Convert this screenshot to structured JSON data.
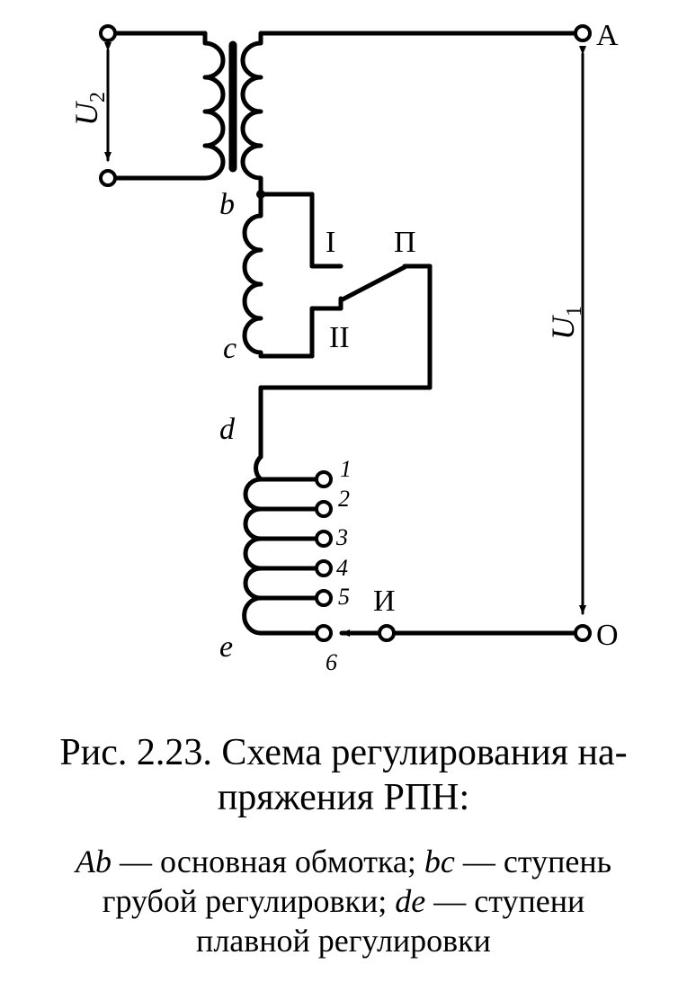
{
  "labels": {
    "A": "A",
    "O": "O",
    "U2": "U",
    "U2_sub": "2",
    "U1": "U",
    "U1_sub": "1",
    "b": "b",
    "c": "c",
    "d": "d",
    "e": "e",
    "switch_I": "I",
    "switch_II": "II",
    "switch_P": "П",
    "selector_I": "И",
    "taps": [
      "1",
      "2",
      "3",
      "4",
      "5",
      "6"
    ]
  },
  "caption": {
    "title_line1": "Рис. 2.23. Схема регулирования на-",
    "title_line2": "пряжения РПН:",
    "body": {
      "p1_term": "Ab",
      "p1_text": " — основная обмотка; ",
      "p2_term": "bc",
      "p2_text": " — ступень",
      "line2_text": "грубой регулировки; ",
      "p3_term": "de",
      "p3_text": " — ступени",
      "line3_text": "плавной регулировки"
    }
  }
}
